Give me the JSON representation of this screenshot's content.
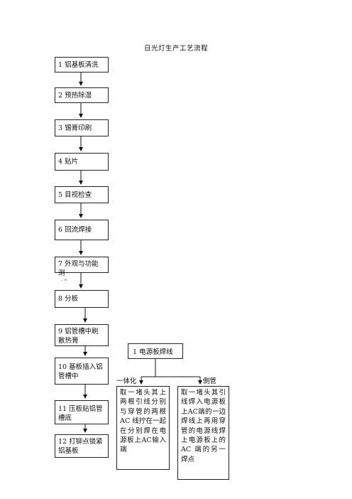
{
  "title": "日光灯生产工艺流程",
  "steps": [
    {
      "label": "1 铝基板清洗"
    },
    {
      "label": "2 预热除湿"
    },
    {
      "label": "3 锡膏印刷"
    },
    {
      "label": "4 贴片"
    },
    {
      "label": "5 目视检查"
    },
    {
      "label": "6 回流焊接"
    },
    {
      "label": "7  外观与功能测",
      "note": "、o"
    },
    {
      "label": "8 分板"
    },
    {
      "label": "9  铝管槽中刷散热膏"
    },
    {
      "label": "10 基板插入铝管槽中"
    },
    {
      "label": "11 压板贴铝管槽底"
    },
    {
      "label": "12 打铆点锁紧铝基板"
    }
  ],
  "power_board": {
    "title": "1 电源板焊线",
    "left_label": "一体化",
    "right_label": "側管",
    "left_text": "取一堵头其上两根引线分别与穿管的两根 AC 线拧在一起在分别焊在电源板上AC输入端",
    "right_text": "取一堵头其引线焊入电源板上AC端的一边焊线上再用穿管的电源线焊上电源板上的 AC 端的另一焊点"
  }
}
